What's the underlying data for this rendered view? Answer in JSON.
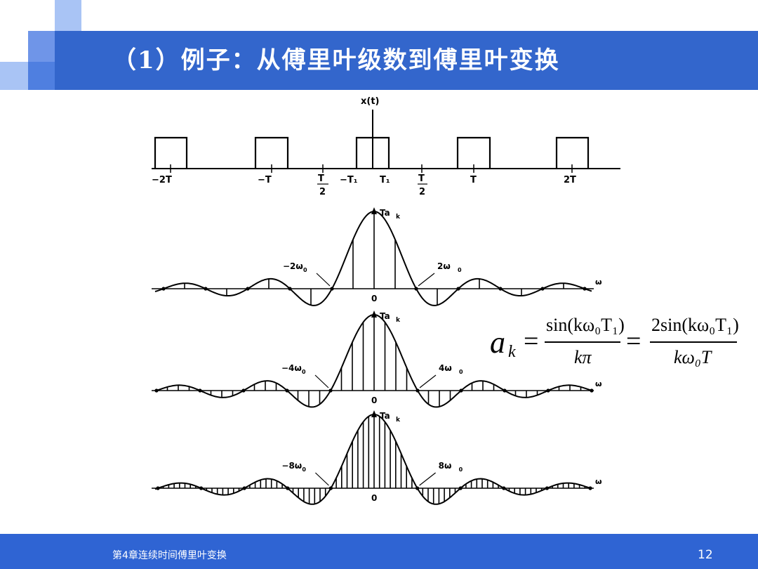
{
  "slide": {
    "title": "（1）例子：从傅里叶级数到傅里叶变换",
    "footer": "第4章连续时间傅里叶变换",
    "page_number": "12"
  },
  "figure": {
    "top_plot": {
      "ylabel": "x(t)",
      "tick_labels": [
        "−2T",
        "−T",
        "T",
        "2",
        "−T₁",
        "T₁",
        "T",
        "2",
        "T",
        "2T"
      ]
    },
    "spectra": [
      {
        "ylabel": "Ta",
        "sub": "k",
        "zero_left": "−2ω",
        "zero_right": "2ω",
        "origin": "0",
        "xlabel": "ω"
      },
      {
        "ylabel": "Ta",
        "sub": "k",
        "zero_left": "−4ω",
        "zero_right": "4ω",
        "origin": "0",
        "xlabel": "ω"
      },
      {
        "ylabel": "Ta",
        "sub": "k",
        "zero_left": "−8ω",
        "zero_right": "8ω",
        "origin": "0",
        "xlabel": "ω"
      }
    ]
  },
  "formula": {
    "lhs": "a",
    "lhs_sub": "k",
    "num1": "sin(kω₀T₁)",
    "den1": "kπ",
    "num2": "2sin(kω₀T₁)",
    "den2": "kω₀T"
  }
}
